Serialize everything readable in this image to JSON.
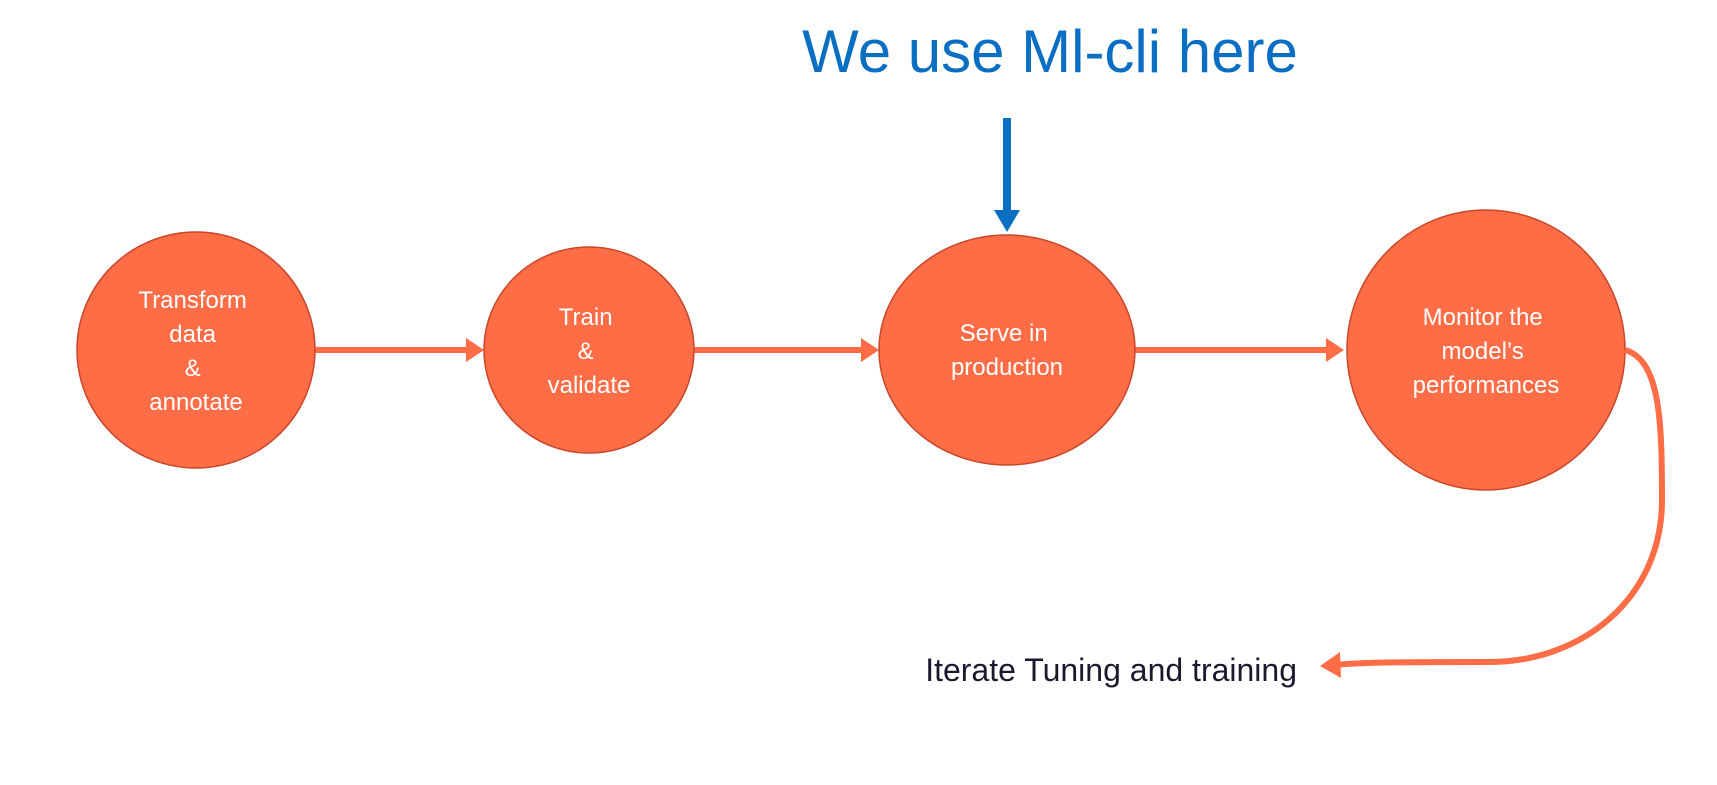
{
  "callout": {
    "text": "We use Ml-cli here",
    "color": "#0a6fc2"
  },
  "stages": [
    {
      "id": "transform",
      "lines": [
        "Transform",
        "data",
        "&",
        "annotate"
      ]
    },
    {
      "id": "train",
      "lines": [
        "Train",
        "&",
        "validate"
      ]
    },
    {
      "id": "serve",
      "lines": [
        "Serve in",
        "production"
      ]
    },
    {
      "id": "monitor",
      "lines": [
        "Monitor the",
        "model’s",
        "performances"
      ]
    }
  ],
  "loop": {
    "label": "Iterate Tuning and training"
  },
  "colors": {
    "node_fill": "#ff6d47",
    "node_stroke": "#c8472a",
    "connector": "#ff6d47",
    "callout_arrow": "#0a6fc2",
    "loop_text": "#1a1a2e"
  }
}
